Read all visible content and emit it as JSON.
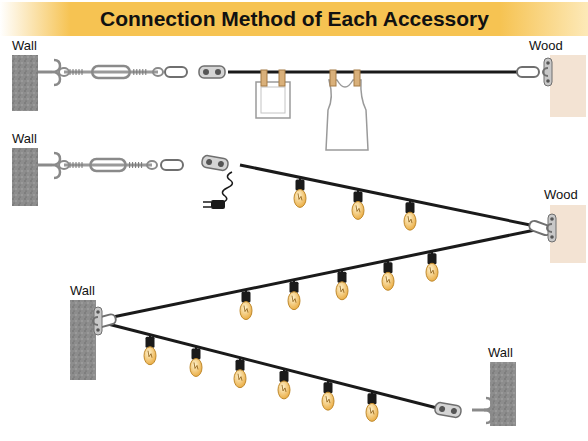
{
  "diagram": {
    "title": "Connection Method of Each Accessory",
    "labels": [
      "Wall",
      "Wood",
      "Wall",
      "Wood",
      "Wall",
      "Wall"
    ]
  }
}
